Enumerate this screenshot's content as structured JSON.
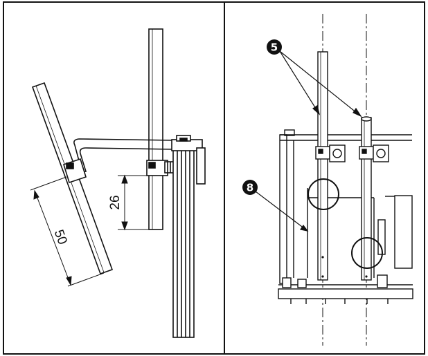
{
  "figure": {
    "left_panel": {
      "dimension_guide": "50",
      "dimension_height": "26"
    },
    "right_panel": {
      "callout_rods": "5",
      "callout_frame": "8"
    },
    "colors": {
      "line": "#111111",
      "background": "#ffffff",
      "callout_fill": "#111111"
    }
  }
}
